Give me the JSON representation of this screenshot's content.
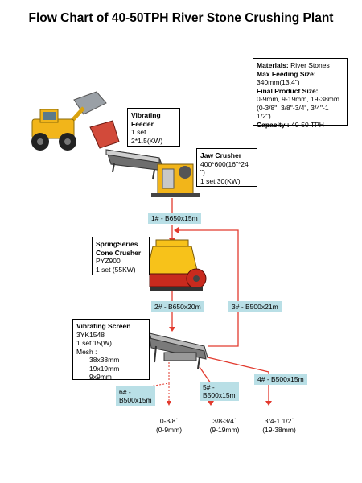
{
  "title": "Flow Chart of 40-50TPH River Stone Crushing Plant",
  "info": {
    "materials_label": "Materials:",
    "materials_value": "River Stones",
    "max_feed_label": "Max Feeding Size:",
    "max_feed_value": "340mm(13.4\")",
    "final_label": "Final Product Size:",
    "final_value_1": "0-9mm, 9-19mm, 19-38mm.",
    "final_value_2": "(0-3/8\", 3/8\"-3/4\", 3/4\"-1",
    "final_value_3": "1/2\")",
    "capacity_label": "Capacity :",
    "capacity_value": "40-50 TPH"
  },
  "feeder": {
    "name_1": "Vibrating",
    "name_2": "Feeder",
    "qty": "1 set",
    "power": "2*1.5(KW)"
  },
  "jaw": {
    "name": "Jaw Crusher",
    "spec_1": "400*600(16\"*24",
    "spec_2": "\")",
    "qty_power": "1 set 30(KW)"
  },
  "cone": {
    "name_1": "SpringSeries",
    "name_2": "Cone Crusher",
    "model": "PYZ900",
    "qty_power": "1 set  (55KW)"
  },
  "screen": {
    "name": "Vibrating Screen",
    "model": "3YK1548",
    "qty_power": "1 set  15(W)",
    "mesh_label": "Mesh :",
    "mesh": [
      "38x38mm",
      "19x19mm",
      "9x9mm"
    ]
  },
  "belts": {
    "b1": "1# - B650x15m",
    "b2": "2# - B650x20m",
    "b3": "3# - B500x21m",
    "b4": "4# - B500x15m",
    "b5_1": "5# -",
    "b5_2": "B500x15m",
    "b6_1": "6# -",
    "b6_2": "B500x15m"
  },
  "outputs": [
    {
      "l1": "0-3/8´",
      "l2": "(0-9mm)"
    },
    {
      "l1": "3/8-3/4´",
      "l2": "(9-19mm)"
    },
    {
      "l1": "3/4-1 1/2´",
      "l2": "(19-38mm)"
    }
  ],
  "colors": {
    "arrow": "#e23a2e",
    "tag_bg": "#b9dfe6",
    "loader_yellow": "#f2b51a",
    "cone_yellow": "#f7c21a",
    "cone_red": "#c82a1e"
  }
}
